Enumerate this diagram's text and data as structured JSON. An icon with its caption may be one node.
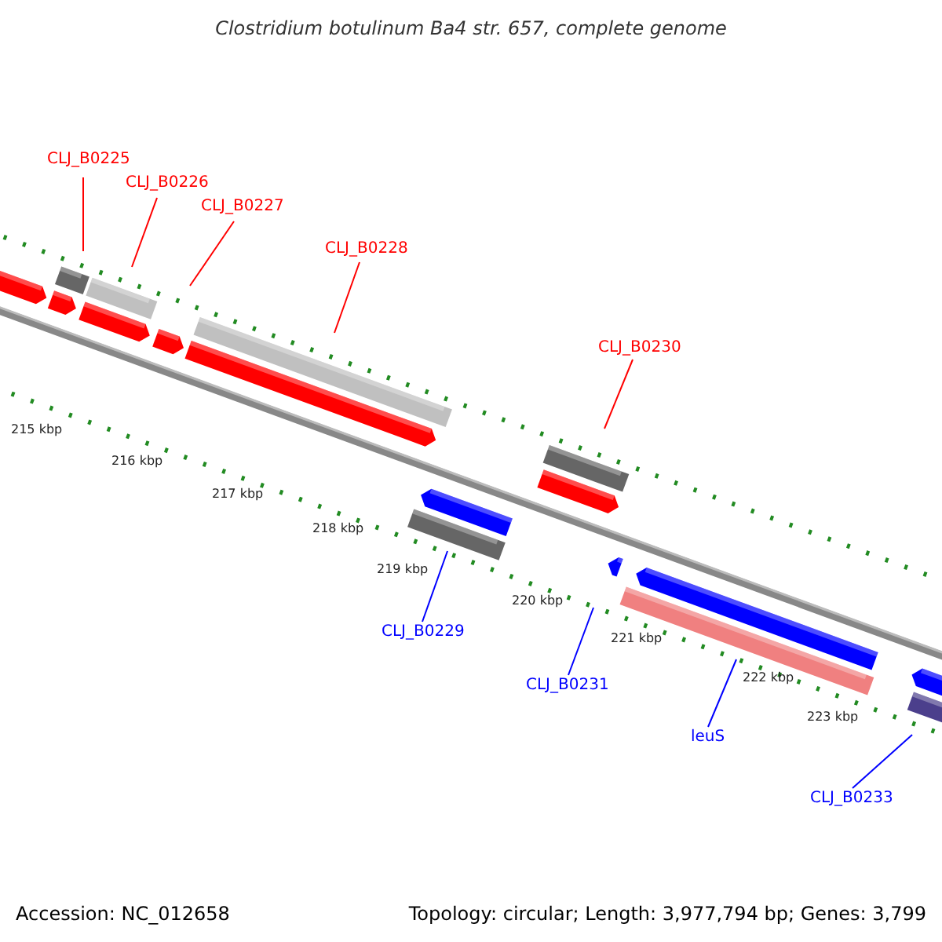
{
  "diagram": {
    "title": "Clostridium botulinum Ba4 str. 657, complete genome",
    "nodes": [
      {
        "text": [
          "CLJ_B0225"
        ]
      },
      {
        "text": [
          "CLJ_B0226"
        ]
      },
      {
        "text": [
          "CLJ_B0227"
        ]
      },
      {
        "text": [
          "CLJ_B0228"
        ]
      },
      {
        "text": [
          "CLJ_B0230"
        ]
      },
      {
        "text": [
          "CLJ_B0229"
        ]
      },
      {
        "text": [
          "CLJ_B0231"
        ]
      },
      {
        "text": [
          "leuS"
        ]
      },
      {
        "text": [
          "CLJ_B0233"
        ]
      }
    ],
    "edges": [
      {
        "from": 0,
        "to": null,
        "arrow": "none"
      },
      {
        "from": 1,
        "to": null,
        "arrow": "none"
      },
      {
        "from": 2,
        "to": null,
        "arrow": "none"
      },
      {
        "from": 3,
        "to": null,
        "arrow": "none"
      },
      {
        "from": 4,
        "to": null,
        "arrow": "none"
      },
      {
        "from": 5,
        "to": null,
        "arrow": "none",
        "color": "#0000ff"
      },
      {
        "from": 6,
        "to": null,
        "arrow": "none",
        "color": "#0000ff"
      },
      {
        "from": 7,
        "to": null,
        "arrow": "none",
        "color": "#0000ff"
      },
      {
        "from": 8,
        "to": null,
        "arrow": "none",
        "color": "#0000ff"
      }
    ],
    "labels": [
      "215 kbp",
      "216 kbp",
      "217 kbp",
      "218 kbp",
      "219 kbp",
      "220 kbp",
      "221 kbp",
      "222 kbp",
      "223 kbp",
      "Accession: NC_012658",
      "Topology: circular; Length: 3,977,794 bp; Genes: 3,799"
    ]
  }
}
